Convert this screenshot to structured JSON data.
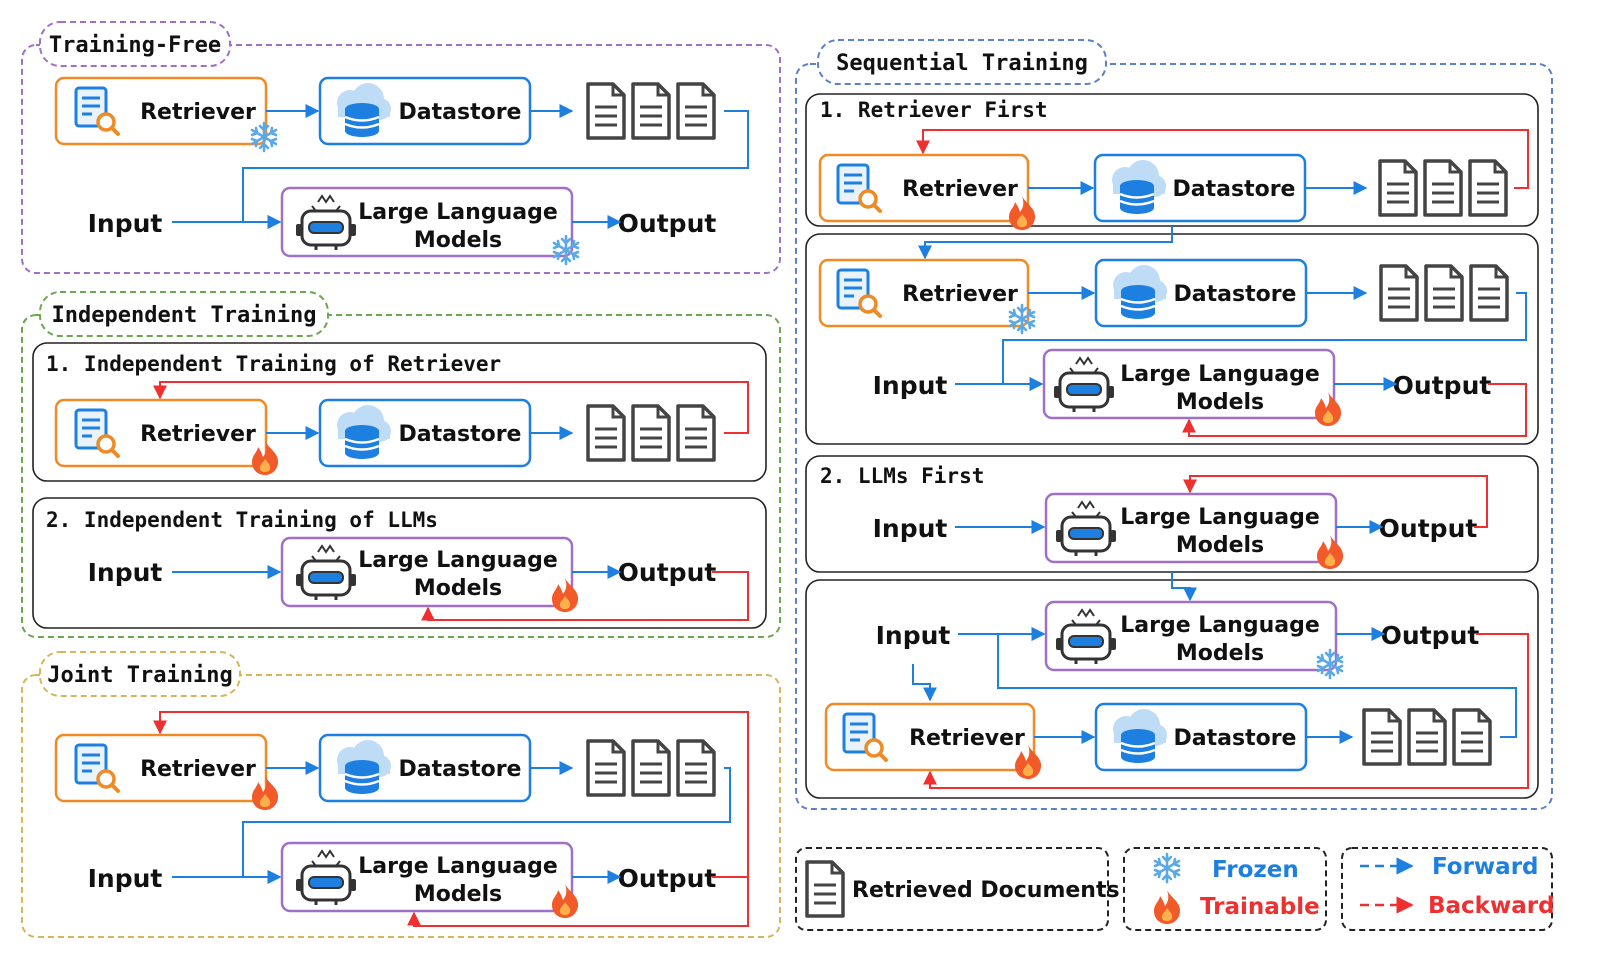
{
  "sections": {
    "training_free": "Training-Free",
    "independent": "Independent Training",
    "joint": "Joint Training",
    "sequential": "Sequential Training"
  },
  "subsections": {
    "ind_retriever": "1. Independent Training of Retriever",
    "ind_llm": "2. Independent Training of LLMs",
    "retriever_first": "1. Retriever First",
    "llms_first": "2. LLMs First"
  },
  "nodes": {
    "retriever": "Retriever",
    "datastore": "Datastore",
    "llm_line1": "Large Language",
    "llm_line2": "Models",
    "input": "Input",
    "output": "Output"
  },
  "legend": {
    "documents": "Retrieved Documents",
    "frozen": "Frozen",
    "trainable": "Trainable",
    "forward": "Forward",
    "backward": "Backward"
  },
  "colors": {
    "retriever_border": "#f08a24",
    "datastore_border": "#1d7fe0",
    "llm_border": "#a070c8",
    "forward": "#1d7fe0",
    "backward": "#ee3030",
    "frozen_icon": "#5aa9e6",
    "trainable_icon": "#f25a2a"
  }
}
